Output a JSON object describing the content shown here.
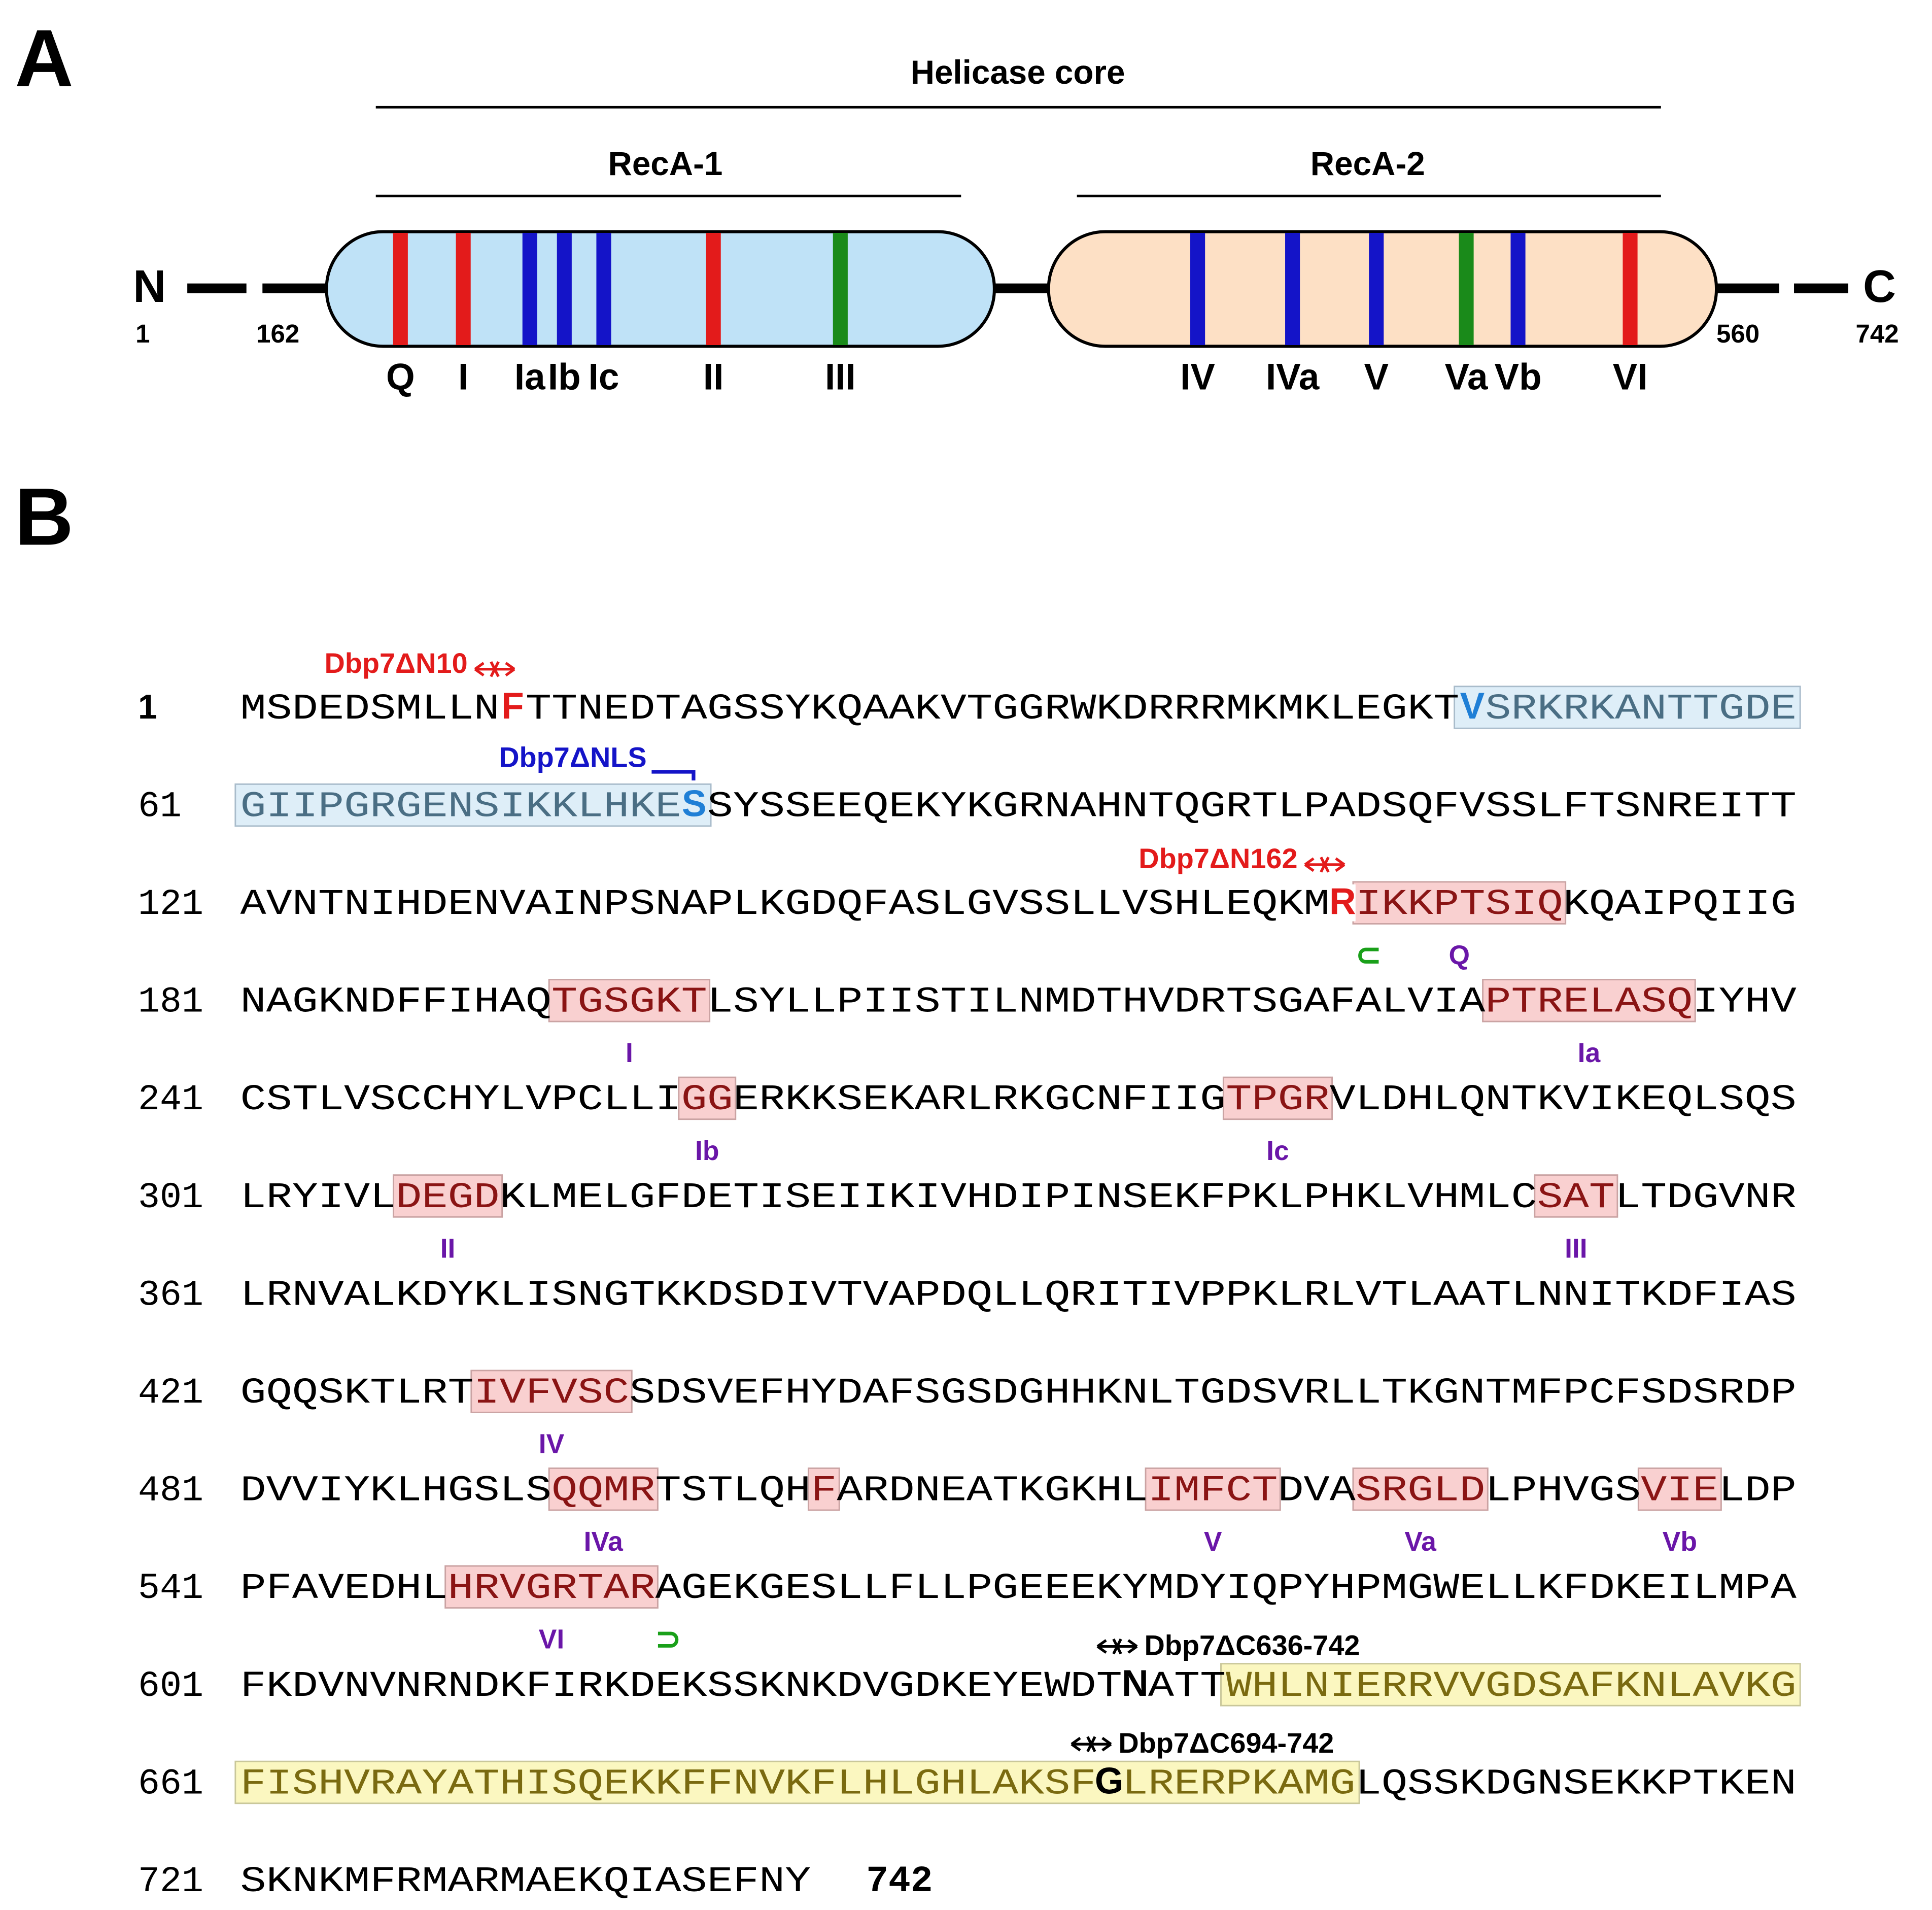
{
  "panel_a": {
    "label": "A",
    "helicase_core": "Helicase core",
    "reca1": "RecA-1",
    "reca2": "RecA-2",
    "n_term": "N",
    "c_term": "C",
    "positions": {
      "start": "1",
      "reca1_start": "162",
      "reca2_end": "560",
      "end": "742"
    },
    "colors": {
      "reca1_fill": "#bfe2f7",
      "reca2_fill": "#fde0c5",
      "red": "#e31b1b",
      "blue": "#1414c8",
      "green": "#1a8a1a"
    },
    "motifs_reca1": [
      {
        "label": "Q",
        "color": "red"
      },
      {
        "label": "I",
        "color": "red"
      },
      {
        "label": "Ia",
        "color": "blue"
      },
      {
        "label": "Ib",
        "color": "blue"
      },
      {
        "label": "Ic",
        "color": "blue"
      },
      {
        "label": "II",
        "color": "red"
      },
      {
        "label": "III",
        "color": "green"
      }
    ],
    "motifs_reca2": [
      {
        "label": "IV",
        "color": "blue"
      },
      {
        "label": "IVa",
        "color": "blue"
      },
      {
        "label": "V",
        "color": "blue"
      },
      {
        "label": "Va",
        "color": "green"
      },
      {
        "label": "Vb",
        "color": "blue"
      },
      {
        "label": "VI",
        "color": "red"
      }
    ]
  },
  "panel_b": {
    "label": "B",
    "colors": {
      "motif_fill": "#f9d0d0",
      "nls_fill": "#deeef8",
      "cterm_fill": "#fbf7c0",
      "motif_label": "#6a16a8",
      "red": "#e31b1b",
      "blue": "#1f7fd6",
      "nls_text": "#1414c8",
      "green": "#1aa01a"
    },
    "lines": [
      {
        "num": "1",
        "seq": "MSDEDSMLLNFTTNEDTAGSSYKQAAKVTGGRWKDRRRMKMKLEGKTVSRKRKANTTGDE"
      },
      {
        "num": "61",
        "seq": "GIIPGRGENSIKKLHKESSYSSEEQEKYKGRNAHNTQGRTLPADSQFVSSLFTSNREITT"
      },
      {
        "num": "121",
        "seq": "AVNTNIHDENVAINPSNAPLKGDQFASLGVSSLLVSHLEQKMRIKKPTSIQKQAIPQIIG"
      },
      {
        "num": "181",
        "seq": "NAGKNDFFIHAQTGSGKTLSYLLPIISTILNMDTHVDRTSGAFALVIAPTRELASQIYHV"
      },
      {
        "num": "241",
        "seq": "CSTLVSCCHYLVPCLLIGGERKKSEKARLRKGCNFIIGTPGRVLDHLQNTKVIKEQLSQS"
      },
      {
        "num": "301",
        "seq": "LRYIVLDEGDKLMELGFDETISEIIKIVHDIPINSEKFPKLPHKLVHMLCSATLTDGVNR"
      },
      {
        "num": "361",
        "seq": "LRNVALKDYKLISNGTKKDSDIVTVAPDQLLQRITIVPPKLRLVTLAATLNNITKDFIAS"
      },
      {
        "num": "421",
        "seq": "GQQSKTLRTIVFVSCSDSVEFHYDAFSGSDGHHKNLTGDSVRLLTKGNTMFPCFSDSRDP"
      },
      {
        "num": "481",
        "seq": "DVVIYKLHGSLSQQMRTSTLQHFARDNEATKGKHLIMFCTDVASRGLDLPHVGSVIELDP"
      },
      {
        "num": "541",
        "seq": "PFAVEDHLHRVGRTARAGEKGESLLFLLPGEEEKYMDYIQPYHPMGWELLKFDKEILMPA"
      },
      {
        "num": "601",
        "seq": "FKDVNVNRNDKFIRKDEKSSKNKDVGDKEYEWDTNATTWHLNIERRVVGDSAFKNLAVKG"
      },
      {
        "num": "661",
        "seq": "FISHVRAYATHISQEKKFFNVKFLHLGHLAKSFGLRERPKAMGLQSSKDGNSEKKPTKEN"
      },
      {
        "num": "721",
        "seq": "SKNKMFRMARMAEKQIASEFNY"
      }
    ],
    "end_number": "742",
    "motifs": [
      {
        "line": 2,
        "start": 43,
        "len": 8,
        "label": "Q"
      },
      {
        "line": 3,
        "start": 12,
        "len": 6,
        "label": "I"
      },
      {
        "line": 3,
        "start": 48,
        "len": 8,
        "label": "Ia"
      },
      {
        "line": 4,
        "start": 17,
        "len": 2,
        "label": "Ib"
      },
      {
        "line": 4,
        "start": 38,
        "len": 4,
        "label": "Ic"
      },
      {
        "line": 5,
        "start": 6,
        "len": 4,
        "label": "II"
      },
      {
        "line": 5,
        "start": 50,
        "len": 3,
        "label": "III"
      },
      {
        "line": 7,
        "start": 9,
        "len": 6,
        "label": "IV"
      },
      {
        "line": 8,
        "start": 12,
        "len": 4,
        "label": "IVa"
      },
      {
        "line": 8,
        "start": 22,
        "len": 1,
        "label": ""
      },
      {
        "line": 8,
        "start": 35,
        "len": 5,
        "label": "V"
      },
      {
        "line": 8,
        "start": 43,
        "len": 5,
        "label": "Va"
      },
      {
        "line": 8,
        "start": 54,
        "len": 3,
        "label": "Vb"
      },
      {
        "line": 9,
        "start": 8,
        "len": 8,
        "label": "VI"
      }
    ],
    "nls_regions": [
      {
        "line": 0,
        "start": 47,
        "len": 13
      },
      {
        "line": 1,
        "start": 0,
        "len": 18
      }
    ],
    "cterm_regions": [
      {
        "line": 10,
        "start": 38,
        "len": 22
      },
      {
        "line": 11,
        "start": 0,
        "len": 43
      }
    ],
    "highlight_residues": [
      {
        "line": 0,
        "pos": 10,
        "color": "red"
      },
      {
        "line": 0,
        "pos": 47,
        "color": "blue"
      },
      {
        "line": 1,
        "pos": 17,
        "color": "blue"
      },
      {
        "line": 2,
        "pos": 42,
        "color": "red"
      },
      {
        "line": 10,
        "pos": 34,
        "color": "black"
      },
      {
        "line": 11,
        "pos": 33,
        "color": "black"
      }
    ],
    "constructs": [
      {
        "label": "Dbp7ΔN10",
        "line": 0,
        "pos": 10,
        "color": "red",
        "marker": "arrow"
      },
      {
        "label": "Dbp7ΔNLS",
        "line": 1,
        "pos": 17,
        "color": "nls",
        "marker": "bracket"
      },
      {
        "label": "Dbp7ΔN162",
        "line": 2,
        "pos": 42,
        "color": "red",
        "marker": "arrow"
      },
      {
        "label": "Dbp7ΔC636-742",
        "line": 10,
        "pos": 34,
        "color": "black",
        "marker": "arrow"
      },
      {
        "label": "Dbp7ΔC694-742",
        "line": 11,
        "pos": 33,
        "color": "black",
        "marker": "arrow"
      }
    ],
    "bracket_marks": [
      {
        "line": 2,
        "pos": 43,
        "glyph": "⊂"
      },
      {
        "line": 9,
        "pos": 16,
        "glyph": "⊃"
      }
    ]
  }
}
